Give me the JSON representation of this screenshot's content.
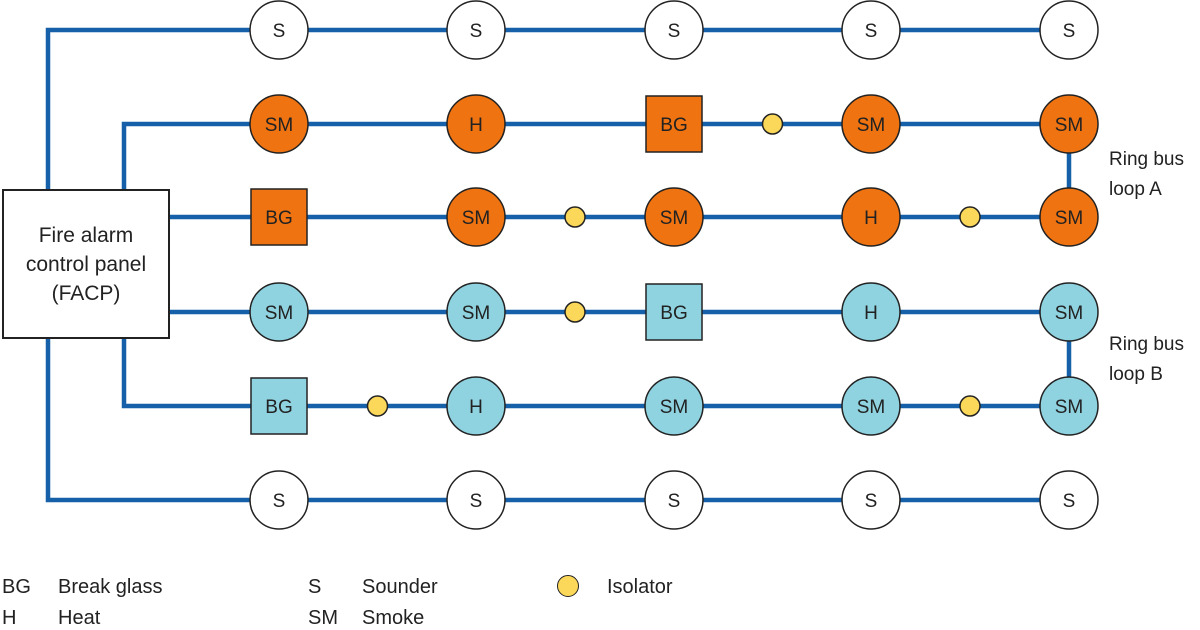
{
  "colors": {
    "wire": "#1560a8",
    "loop_a_fill": "#ef7311",
    "loop_b_fill": "#8fd3e0",
    "sounder_fill": "#ffffff",
    "isolator_fill": "#fbd75a",
    "outline": "#222222"
  },
  "panel": {
    "line1": "Fire alarm",
    "line2": "control panel",
    "line3": "(FACP)"
  },
  "rows": [
    {
      "loop": "sounder",
      "devices": [
        "S",
        "S",
        "S",
        "S",
        "S"
      ],
      "isolator_after": []
    },
    {
      "loop": "A",
      "devices": [
        "SM",
        "H",
        "BG",
        "SM",
        "SM"
      ],
      "isolator_after": [
        2
      ]
    },
    {
      "loop": "A",
      "devices": [
        "BG",
        "SM",
        "SM",
        "H",
        "SM"
      ],
      "isolator_after": [
        1,
        3
      ]
    },
    {
      "loop": "B",
      "devices": [
        "SM",
        "SM",
        "BG",
        "H",
        "SM"
      ],
      "isolator_after": [
        1
      ]
    },
    {
      "loop": "B",
      "devices": [
        "BG",
        "H",
        "SM",
        "SM",
        "SM"
      ],
      "isolator_after": [
        0,
        3
      ]
    },
    {
      "loop": "sounder",
      "devices": [
        "S",
        "S",
        "S",
        "S",
        "S"
      ],
      "isolator_after": []
    }
  ],
  "loops": {
    "a": {
      "line1": "Ring bus",
      "line2": "loop A"
    },
    "b": {
      "line1": "Ring bus",
      "line2": "loop B"
    }
  },
  "legend": {
    "bg": {
      "abbr": "BG",
      "text": "Break glass"
    },
    "h": {
      "abbr": "H",
      "text": "Heat"
    },
    "s": {
      "abbr": "S",
      "text": "Sounder"
    },
    "sm": {
      "abbr": "SM",
      "text": "Smoke"
    },
    "isolator": {
      "text": "Isolator"
    }
  }
}
